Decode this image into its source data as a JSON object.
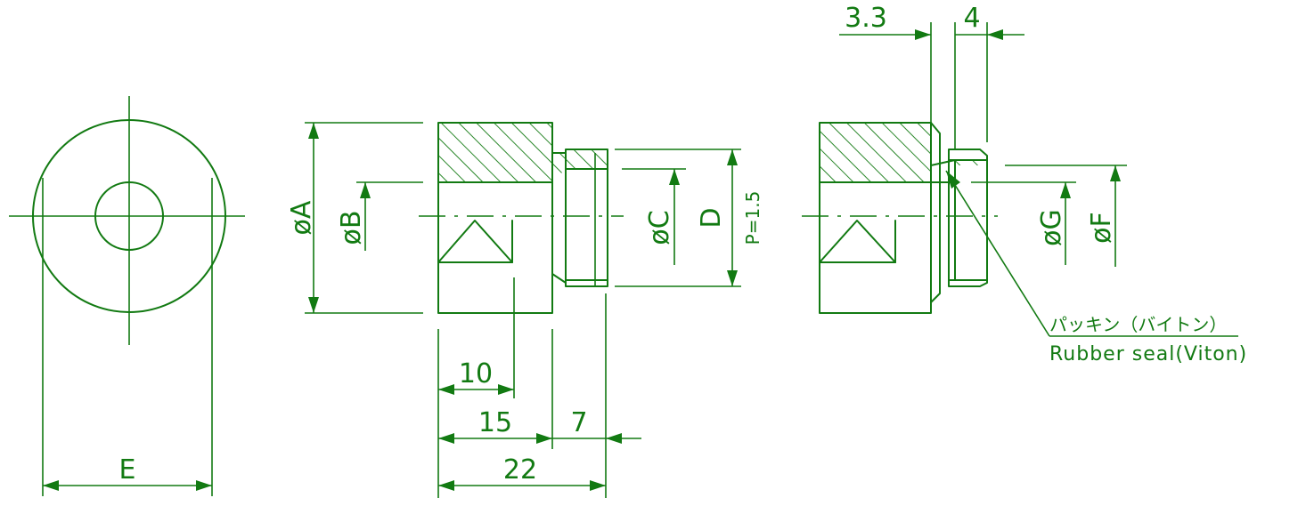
{
  "colors": {
    "line": "#127a12",
    "background": "#ffffff"
  },
  "dimensions": {
    "e": "E",
    "a": "øA",
    "b": "øB",
    "c": "øC",
    "d": "D",
    "pitch": "P=1.5",
    "g": "øG",
    "f": "øF",
    "len_10": "10",
    "len_15": "15",
    "len_7": "7",
    "len_22": "22",
    "len_3_3": "3.3",
    "len_4": "4"
  },
  "callout": {
    "japanese": "パッキン（バイトン）",
    "english": "Rubber seal(Viton)"
  }
}
